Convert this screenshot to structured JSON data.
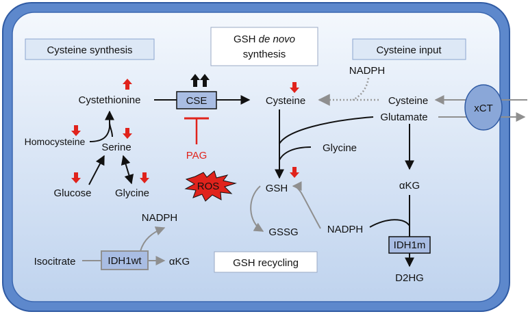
{
  "boxes": {
    "cysteine_synthesis": "Cysteine synthesis",
    "gsh_de_novo_1a": "GSH ",
    "gsh_de_novo_1b": "de novo",
    "gsh_de_novo_2": "synthesis",
    "cysteine_input": "Cysteine input",
    "gsh_recycling": "GSH recycling"
  },
  "enzymes": {
    "cse": "CSE",
    "idh1wt": "IDH1wt",
    "idh1m": "IDH1m",
    "xct": "xCT"
  },
  "inhibitor": "PAG",
  "ros": "ROS",
  "metabolites": {
    "cystethionine": "Cystethionine",
    "homocysteine": "Homocysteine",
    "serine": "Serine",
    "glucose": "Glucose",
    "glycine_left": "Glycine",
    "nadph_left": "NADPH",
    "isocitrate": "Isocitrate",
    "akg_left": "αKG",
    "cysteine_center": "Cysteine",
    "nadph_top": "NADPH",
    "cysteine_right": "Cysteine",
    "glutamate": "Glutamate",
    "glycine_center": "Glycine",
    "gsh": "GSH",
    "gssg": "GSSG",
    "nadph_right": "NADPH",
    "akg_right": "αKG",
    "d2hg": "D2HG"
  },
  "colors": {
    "cell_outer": "#4f7cc4",
    "cell_inner_top": "#f4f8fd",
    "cell_inner_bottom": "#bfd3ee",
    "enzyme_fill": "#a9bde3",
    "up_down_arrow": "#e0231c",
    "inhibitor": "#e0231c",
    "ros": "#e0231c",
    "recycling_arrow": "#9a9a9a"
  },
  "indicators": {
    "cystethionine": "up",
    "homocysteine": "down",
    "serine": "down",
    "glucose": "down",
    "glycine": "down",
    "cysteine": "down",
    "gsh": "down",
    "cse": "up-double"
  }
}
